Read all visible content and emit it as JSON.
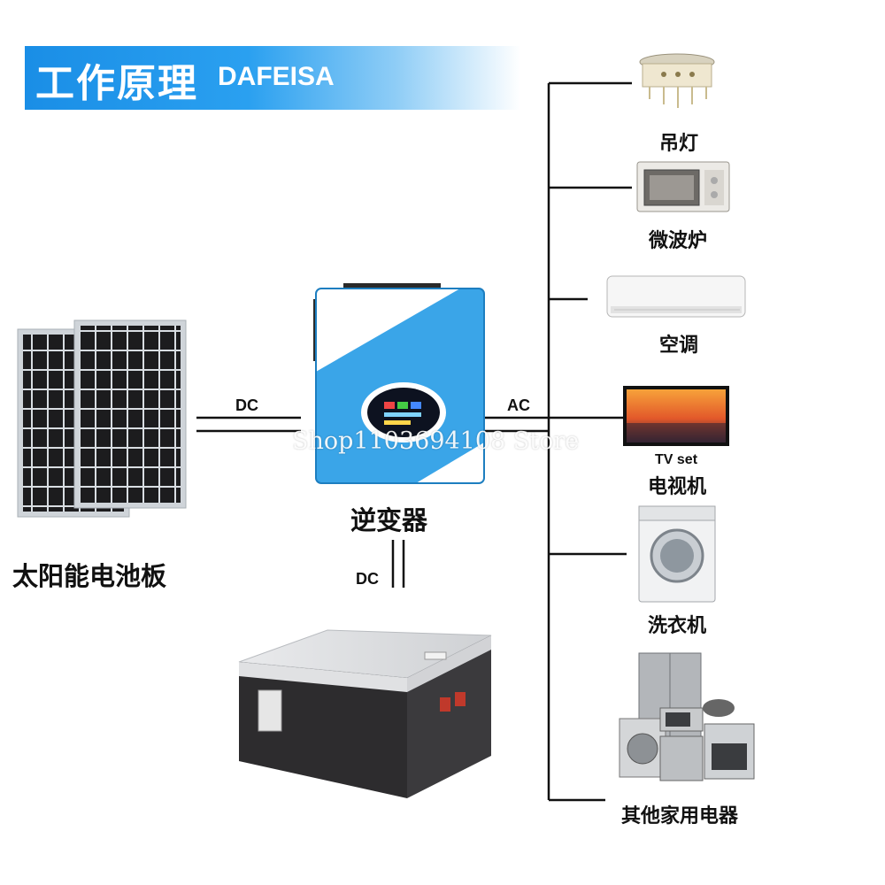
{
  "header": {
    "title": "工作原理",
    "brand": "DAFEISA"
  },
  "components": {
    "solar_panel": "太阳能电池板",
    "inverter": "逆变器"
  },
  "wires": {
    "solar_inverter": "DC",
    "inverter_battery": "DC",
    "inverter_loads": "AC"
  },
  "loads": [
    {
      "label": "吊灯",
      "icon": "chandelier-icon"
    },
    {
      "label": "微波炉",
      "icon": "microwave-icon"
    },
    {
      "label": "空调",
      "icon": "air-conditioner-icon"
    },
    {
      "label": "TV set",
      "sublabel": "电视机",
      "icon": "tv-icon"
    },
    {
      "label": "洗衣机",
      "icon": "washing-machine-icon"
    },
    {
      "label": "其他家用电器",
      "icon": "appliances-icon"
    }
  ],
  "watermark": "Shop1103694108 Store",
  "colors": {
    "banner": "#1a8ee6",
    "inverter_blue": "#3aa5e8",
    "panel_cell": "#1c1c1e"
  }
}
